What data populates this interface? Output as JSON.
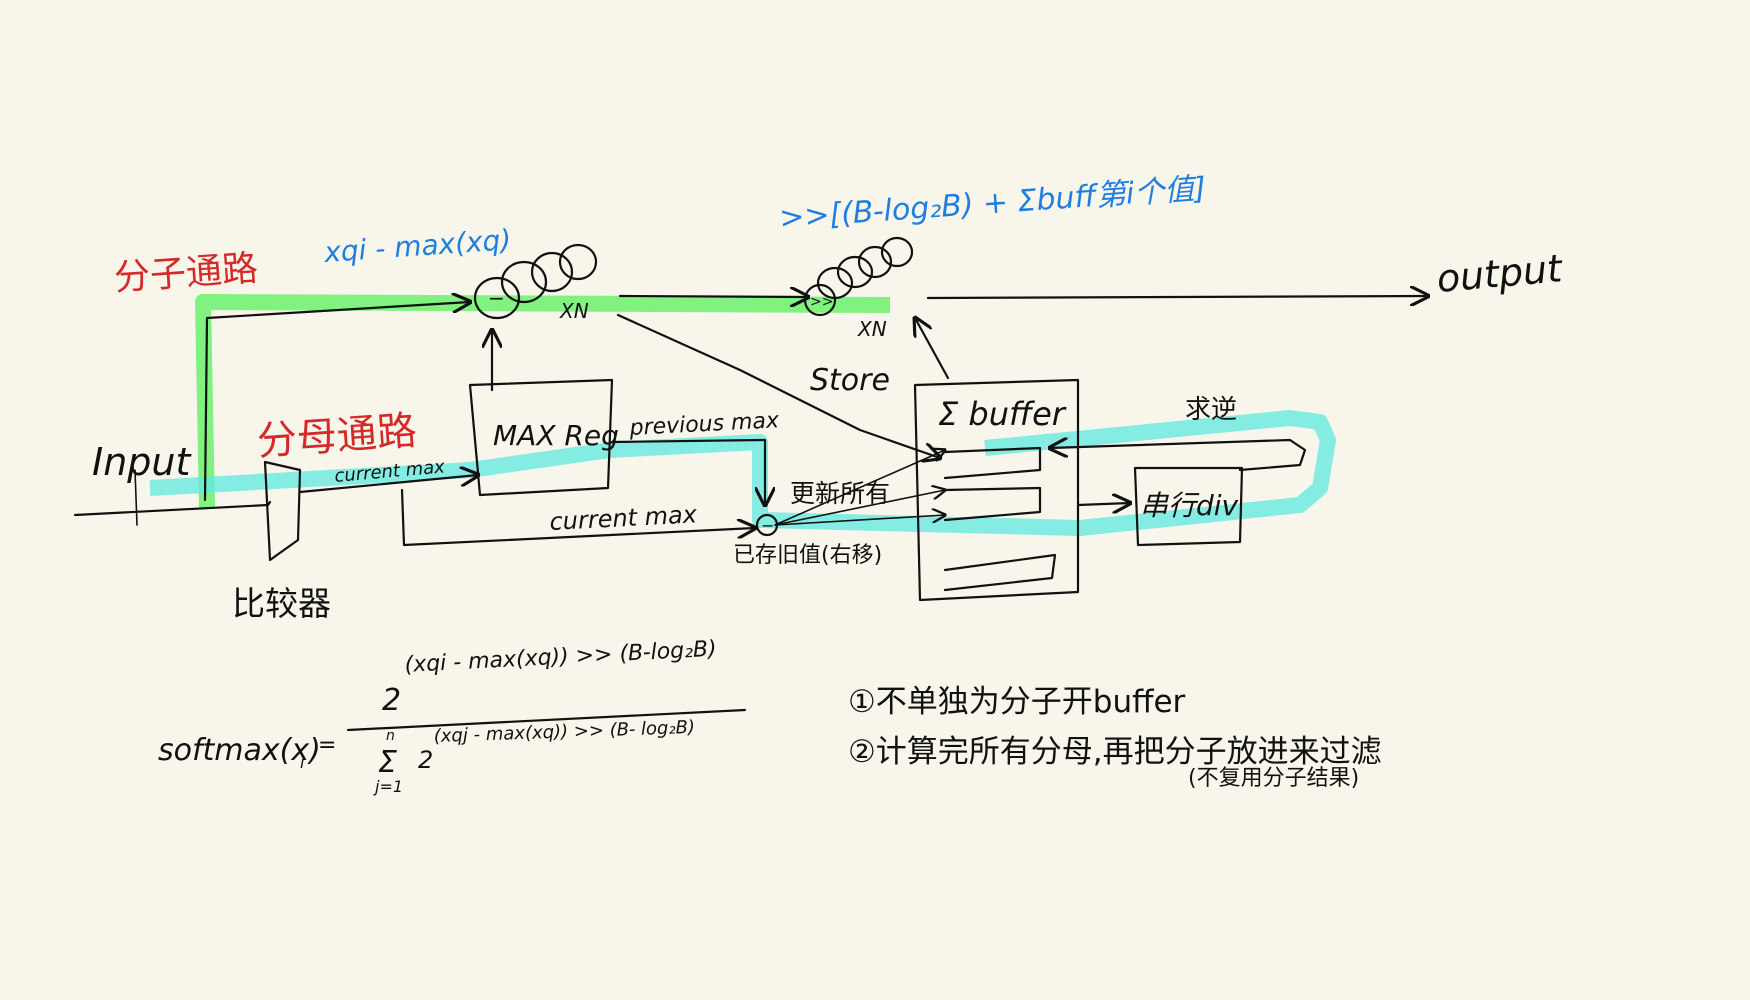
{
  "colors": {
    "background": "#f8f6ea",
    "numerator_path": "#6cf06c",
    "denominator_path": "#5fe8e0",
    "red_label": "#d42a2a",
    "blue_label": "#1f7fe0",
    "ink": "#111111"
  },
  "labels": {
    "numerator_path": "分子通路",
    "denominator_path": "分母通路",
    "input": "Input",
    "output": "output",
    "comparator": "比较器",
    "max_reg": "MAX Reg",
    "buffer": "Σ buffer",
    "current_max_top": "current max",
    "current_max_bottom": "current max",
    "previous_max": "previous max",
    "update_all": "更新所有",
    "stored_old": "已存旧值(右移)",
    "store": "Store",
    "divider": "串行div",
    "reciprocal": "求逆",
    "xn_1": "XN",
    "xn_2": "XN",
    "sub_formula": "xqi - max(xq)",
    "shift_formula": ">>[(B-log₂B) + Σbuff第i个值]",
    "minus_sign": "−",
    "shift_sign": ">>"
  },
  "formula": {
    "lhs": "softmax(x)",
    "lhs_sub": "i",
    "equals": "=",
    "num_base": "2",
    "num_exp": "(xqi - max(xq)) >> (B-log₂B)",
    "den_sum": "Σ",
    "den_sum_top": "n",
    "den_sum_bottom": "j=1",
    "den_base": "2",
    "den_exp": "(xqj - max(xq)) >> (B- log₂B)"
  },
  "notes": {
    "note1": "①不单独为分子开buffer",
    "note2": "②计算完所有分母,再把分子放进来过滤",
    "note2_sub": "(不复用分子结果)"
  }
}
